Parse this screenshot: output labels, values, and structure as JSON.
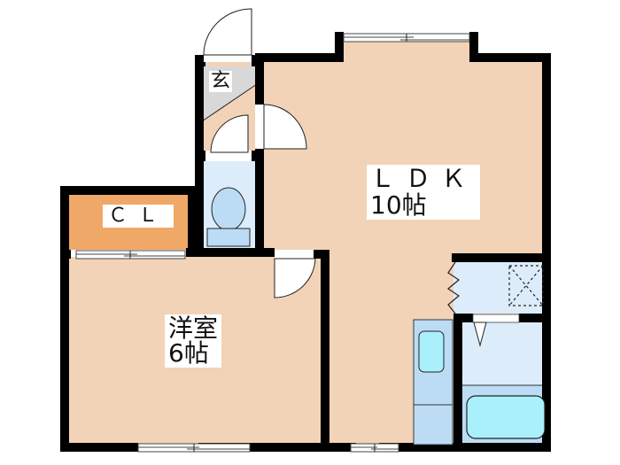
{
  "floor_plan": {
    "rooms": [
      {
        "id": "genkan",
        "label": "玄",
        "meaning": "Entrance"
      },
      {
        "id": "closet",
        "label": "ＣＬ",
        "meaning": "Closet"
      },
      {
        "id": "ldk",
        "label_line1": "ＬＤＫ",
        "label_line2": "10帖"
      },
      {
        "id": "western",
        "label_line1": "洋室",
        "label_line2": "6帖"
      },
      {
        "id": "toilet",
        "label": ""
      },
      {
        "id": "washroom",
        "label": ""
      },
      {
        "id": "bathroom",
        "label": ""
      }
    ],
    "colors": {
      "wall": "#000000",
      "floor_room": "#f2d3b7",
      "closet": "#f0a868",
      "genkan": "#d8d8d8",
      "wet_area": "#dcecfa",
      "fixture": "#bcdcf6",
      "tub": "#aaf0fc"
    }
  }
}
